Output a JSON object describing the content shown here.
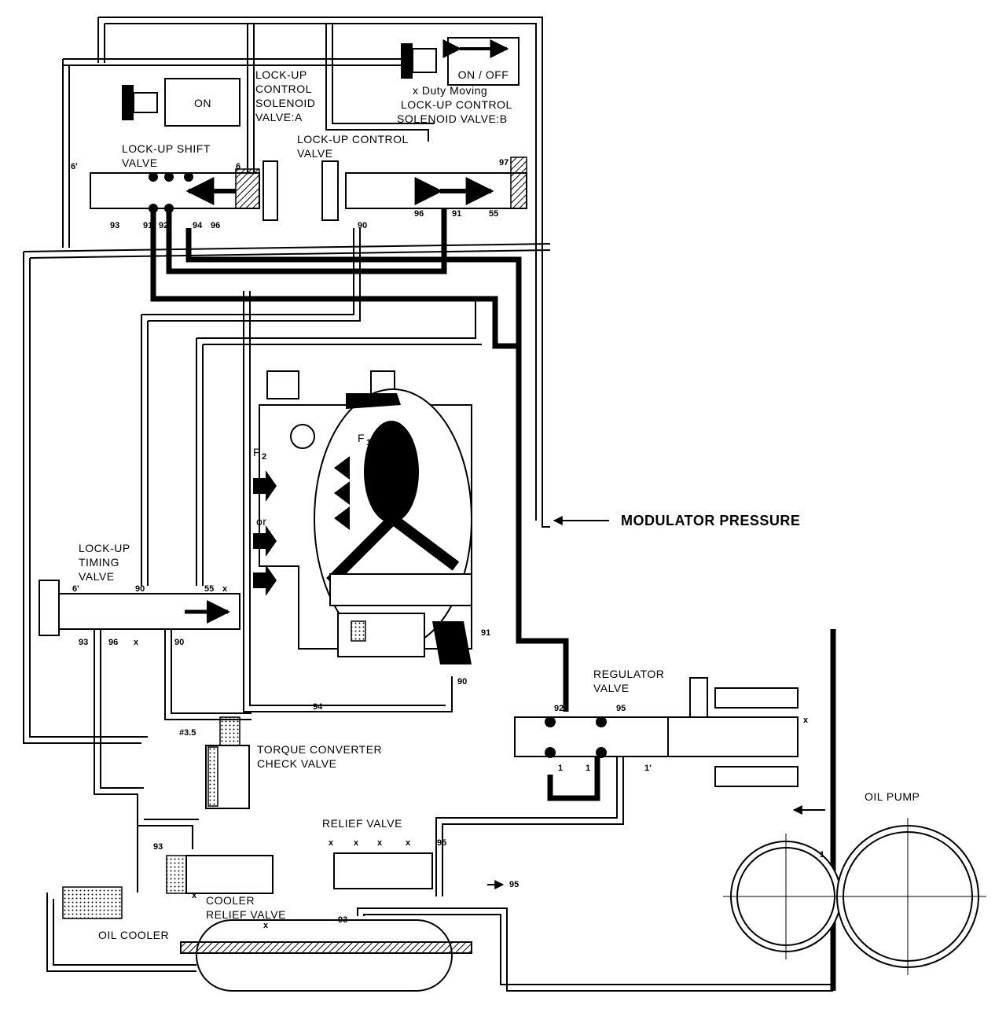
{
  "labels": {
    "solenoid_a_state": "ON",
    "solenoid_a_name": [
      "LOCK-UP",
      "CONTROL",
      "SOLENOID",
      "VALVE:A"
    ],
    "solenoid_b_state": "ON / OFF",
    "solenoid_b_name": [
      "x Duty Moving",
      "LOCK-UP CONTROL",
      "SOLENOID VALVE:B"
    ],
    "shift_valve": [
      "LOCK-UP SHIFT",
      "VALVE"
    ],
    "control_valve": [
      "LOCK-UP CONTROL",
      "VALVE"
    ],
    "timing_valve": [
      "LOCK-UP",
      "TIMING",
      "VALVE"
    ],
    "modulator_pressure": "MODULATOR PRESSURE",
    "regulator_valve": [
      "REGULATOR",
      "VALVE"
    ],
    "oil_pump": "OIL PUMP",
    "torque_converter_check": [
      "TORQUE CONVERTER",
      "CHECK VALVE"
    ],
    "relief_valve": "RELIEF VALVE",
    "cooler_relief_valve": [
      "COOLER",
      "RELIEF VALVE"
    ],
    "oil_cooler": "OIL COOLER",
    "force_1": "F",
    "force_1_sub": "1",
    "force_2": "F",
    "force_2_sub": "2",
    "or": "or"
  },
  "ports": {
    "shift": [
      "6'",
      "6",
      "93",
      "91",
      "92",
      "94",
      "96"
    ],
    "control": [
      "97",
      "90",
      "96",
      "91",
      "55"
    ],
    "timing": [
      "6'",
      "90",
      "55",
      "x",
      "93",
      "96",
      "x",
      "90"
    ],
    "converter": [
      "91",
      "90",
      "94"
    ],
    "regulator": [
      "92",
      "95",
      "x",
      "1",
      "1",
      "1'"
    ],
    "misc": [
      "#3.5",
      "93",
      "x",
      "x",
      "x",
      "x",
      "x",
      "95",
      "95",
      "93",
      "1",
      "x"
    ]
  },
  "colors": {
    "ink": "#000000",
    "paper": "#ffffff"
  }
}
